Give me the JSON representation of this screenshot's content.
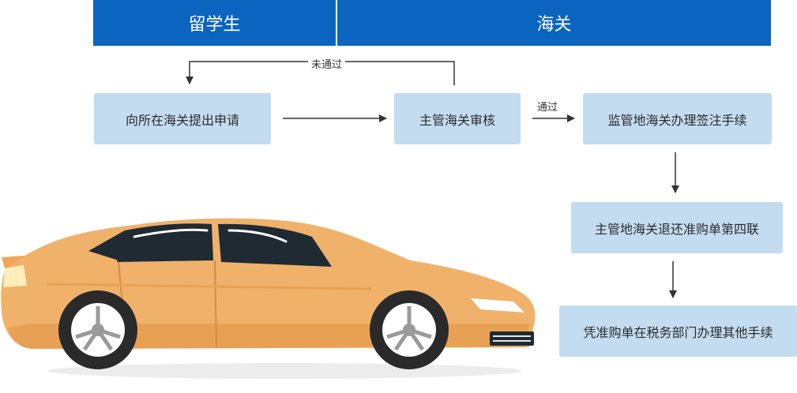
{
  "header": {
    "left_title": "留学生",
    "right_title": "海关"
  },
  "steps": {
    "apply": "向所在海关提出申请",
    "review": "主管海关审核",
    "endorse": "监管地海关办理签注手续",
    "return_form": "主管地海关退还准购单第四联",
    "tax": "凭准购单在税务部门办理其他手续"
  },
  "edges": {
    "fail": "未通过",
    "pass": "通过"
  },
  "colors": {
    "header_bg": "#0b64c0",
    "box_bg": "#c3dcf0",
    "car_body": "#f0b26a",
    "car_window": "#1f2a33"
  }
}
